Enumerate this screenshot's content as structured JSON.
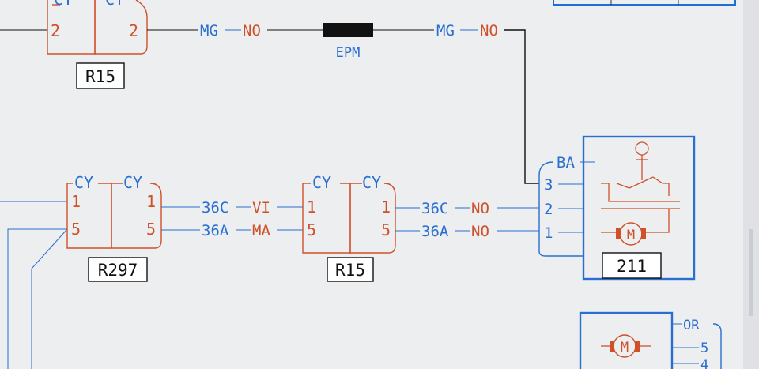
{
  "top_connector": {
    "cy_left": "CY",
    "cy_right": "CY",
    "pin_left": "2",
    "pin_right": "2",
    "label": "R15"
  },
  "top_wire_left": {
    "code": "MG",
    "color": "NO"
  },
  "fuse": {
    "label": "EPM"
  },
  "top_wire_right": {
    "code": "MG",
    "color": "NO"
  },
  "r297": {
    "cy_left": "CY",
    "cy_right": "CY",
    "pin_l1": "1",
    "pin_l5": "5",
    "pin_r1": "1",
    "pin_r5": "5",
    "label": "R297"
  },
  "mid_wires": [
    {
      "code": "36C",
      "color": "VI"
    },
    {
      "code": "36A",
      "color": "MA"
    }
  ],
  "r15": {
    "cy_left": "CY",
    "cy_right": "CY",
    "pin_l1": "1",
    "pin_l5": "5",
    "pin_r1": "1",
    "pin_r5": "5",
    "label": "R15"
  },
  "right_wires": [
    {
      "code": "36C",
      "color": "NO"
    },
    {
      "code": "36A",
      "color": "NO"
    }
  ],
  "motor_connector": {
    "color": "BA",
    "pins": [
      "3",
      "2",
      "1"
    ]
  },
  "motor_box": {
    "label": "211",
    "motor_symbol": "M"
  },
  "bottom_component": {
    "color": "OR",
    "pins": [
      "5",
      "4"
    ],
    "motor_symbol": "M"
  }
}
